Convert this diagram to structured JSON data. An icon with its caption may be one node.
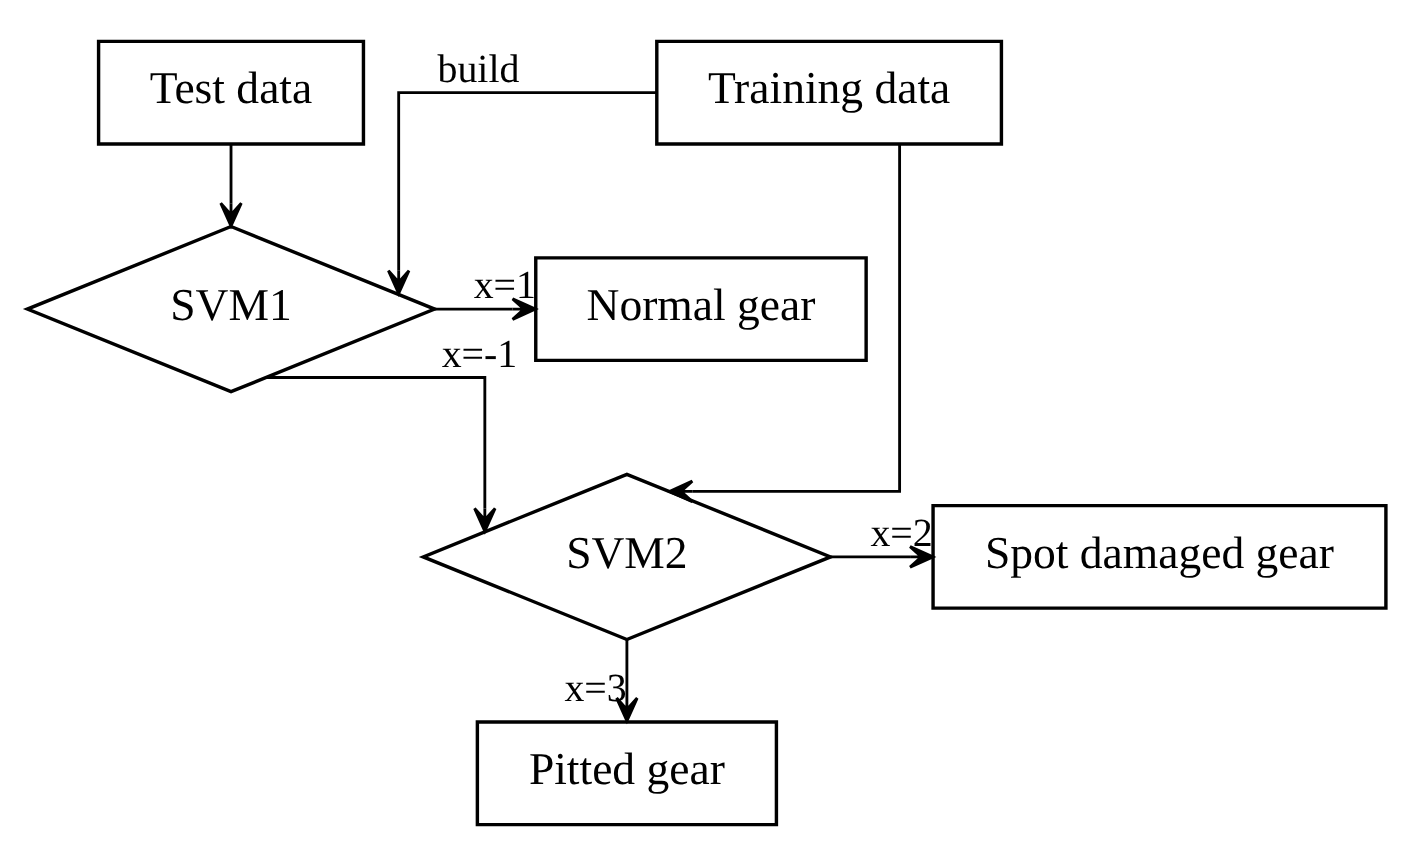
{
  "diagram": {
    "nodes": [
      {
        "text": [
          "Training data"
        ]
      },
      {
        "text": [
          "Test data"
        ]
      },
      {
        "text": [
          "SVM1"
        ]
      },
      {
        "text": [
          "Normal gear"
        ]
      },
      {
        "text": [
          "SVM2"
        ]
      },
      {
        "text": [
          "Spot damaged gear"
        ]
      },
      {
        "text": [
          "Pitted gear"
        ]
      }
    ],
    "edges": [
      {
        "from": 0,
        "to": 2,
        "arrow": "to",
        "label": "build"
      },
      {
        "from": 0,
        "to": 4,
        "arrow": "to"
      },
      {
        "from": 1,
        "to": 2,
        "arrow": "to"
      },
      {
        "from": 2,
        "to": 3,
        "arrow": "to",
        "label": "x=1"
      },
      {
        "from": 2,
        "to": 4,
        "arrow": "to",
        "label": "x=-1"
      },
      {
        "from": 4,
        "to": 5,
        "arrow": "to",
        "label": "x=2"
      },
      {
        "from": 4,
        "to": 6,
        "arrow": "to",
        "label": "x=3"
      }
    ]
  }
}
